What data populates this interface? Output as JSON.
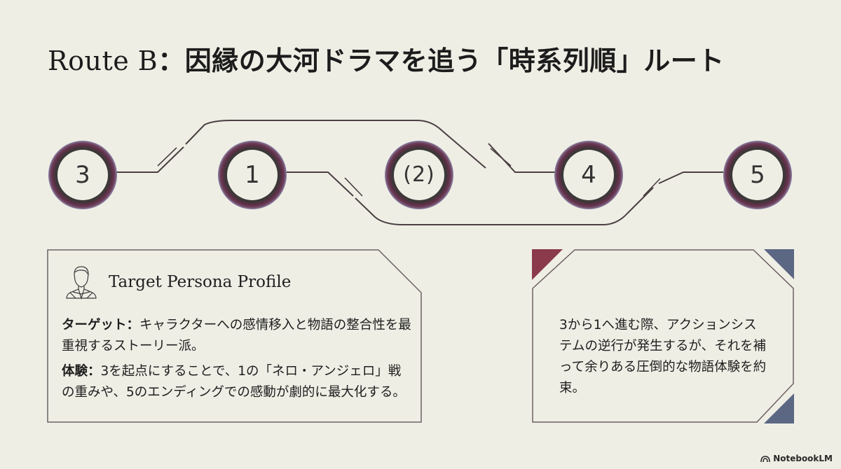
{
  "title": {
    "route": "Route B",
    "separator": "：",
    "main": "因縁の大河ドラマを追う「時系列順」ルート"
  },
  "route_nodes": [
    {
      "label": "3",
      "order": 1
    },
    {
      "label": "1",
      "order": 2
    },
    {
      "label": "(2)",
      "order": 3,
      "note": "optional / parenthesized"
    },
    {
      "label": "4",
      "order": 4
    },
    {
      "label": "5",
      "order": 5
    }
  ],
  "persona_card": {
    "heading": "Target Persona Profile",
    "icon": "person-bust-icon",
    "items": [
      {
        "key": "ターゲット",
        "sep": "：",
        "text": "キャラクターへの感情移入と物語の整合性を最重視するストーリー派。"
      },
      {
        "key": "体験",
        "sep": "：",
        "text": "3を起点にすることで、1の「ネロ・アンジェロ」戦の重みや、5のエンディングでの感動が劇的に最大化する。"
      }
    ]
  },
  "note_card": {
    "text": "3から1へ進む際、アクションシステムの逆行が発生するが、それを補って余りある圧倒的な物語体験を約束。"
  },
  "brand": {
    "label": "NotebookLM",
    "icon": "notebooklm-logo-icon"
  },
  "colors": {
    "background": "#efeee5",
    "ring_dark": "#3b3838",
    "ring_glow": "#6d3d58",
    "ring_outer": "#7e7497",
    "line": "#4a3f42",
    "accent_red": "#8a3a4a",
    "accent_blue": "#5b6783",
    "card_border": "#6a6466"
  }
}
